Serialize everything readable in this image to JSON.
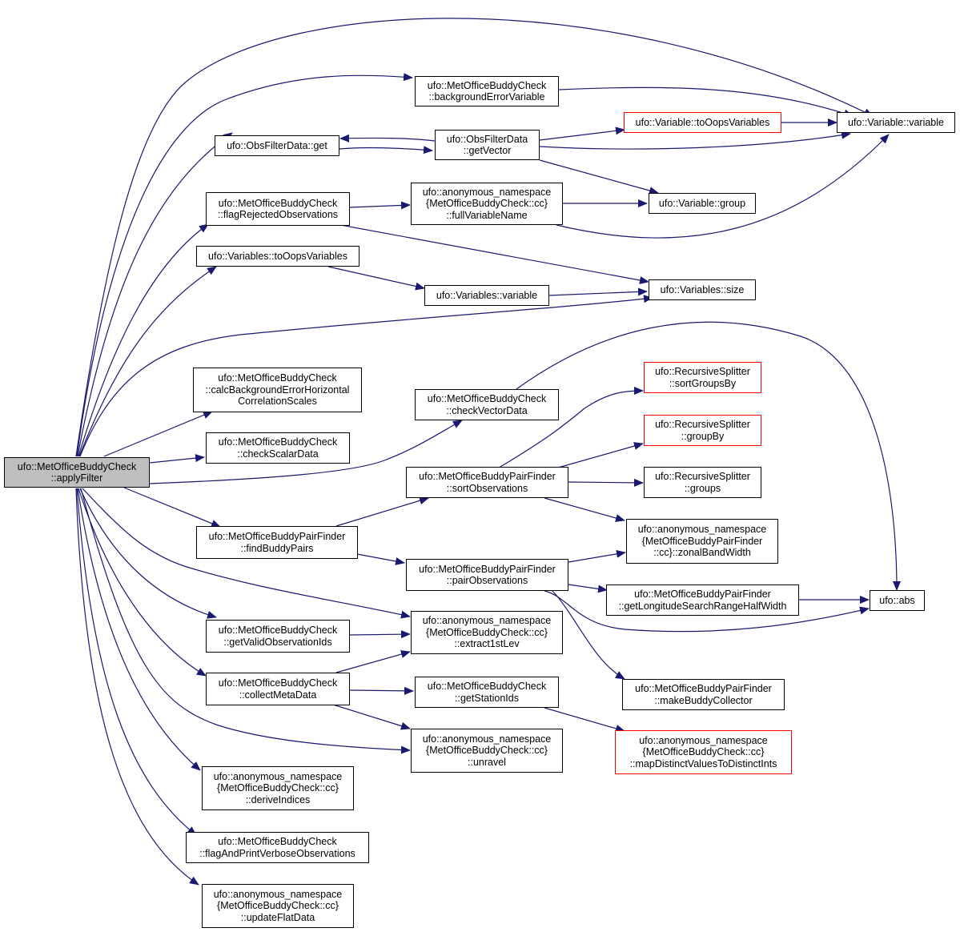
{
  "colors": {
    "edge": "#191970",
    "node_border": "#000000",
    "incomplete_border": "#ff0000",
    "root_fill": "#bfbfbf"
  },
  "nodes": {
    "applyFilter": {
      "lines": [
        "ufo::MetOfficeBuddyCheck",
        "::applyFilter"
      ]
    },
    "backgroundErrorVariable": {
      "lines": [
        "ufo::MetOfficeBuddyCheck",
        "::backgroundErrorVariable"
      ]
    },
    "obsFilterDataGet": {
      "lines": [
        "ufo::ObsFilterData::get"
      ]
    },
    "getVector": {
      "lines": [
        "ufo::ObsFilterData",
        "::getVector"
      ]
    },
    "variableToOops": {
      "lines": [
        "ufo::Variable::toOopsVariables"
      ]
    },
    "variableVariable": {
      "lines": [
        "ufo::Variable::variable"
      ]
    },
    "flagRejected": {
      "lines": [
        "ufo::MetOfficeBuddyCheck",
        "::flagRejectedObservations"
      ]
    },
    "fullVariableName": {
      "lines": [
        "ufo::anonymous_namespace",
        "{MetOfficeBuddyCheck::cc}",
        "::fullVariableName"
      ]
    },
    "variableGroup": {
      "lines": [
        "ufo::Variable::group"
      ]
    },
    "variablesToOops": {
      "lines": [
        "ufo::Variables::toOopsVariables"
      ]
    },
    "variablesVariable": {
      "lines": [
        "ufo::Variables::variable"
      ]
    },
    "variablesSize": {
      "lines": [
        "ufo::Variables::size"
      ]
    },
    "calcBackground": {
      "lines": [
        "ufo::MetOfficeBuddyCheck",
        "::calcBackgroundErrorHorizontal",
        "CorrelationScales"
      ]
    },
    "checkVectorData": {
      "lines": [
        "ufo::MetOfficeBuddyCheck",
        "::checkVectorData"
      ]
    },
    "sortGroupsBy": {
      "lines": [
        "ufo::RecursiveSplitter",
        "::sortGroupsBy"
      ]
    },
    "groupBy": {
      "lines": [
        "ufo::RecursiveSplitter",
        "::groupBy"
      ]
    },
    "checkScalarData": {
      "lines": [
        "ufo::MetOfficeBuddyCheck",
        "::checkScalarData"
      ]
    },
    "sortObservations": {
      "lines": [
        "ufo::MetOfficeBuddyPairFinder",
        "::sortObservations"
      ]
    },
    "groups": {
      "lines": [
        "ufo::RecursiveSplitter",
        "::groups"
      ]
    },
    "zonalBandWidth": {
      "lines": [
        "ufo::anonymous_namespace",
        "{MetOfficeBuddyPairFinder",
        "::cc}::zonalBandWidth"
      ]
    },
    "findBuddyPairs": {
      "lines": [
        "ufo::MetOfficeBuddyPairFinder",
        "::findBuddyPairs"
      ]
    },
    "pairObservations": {
      "lines": [
        "ufo::MetOfficeBuddyPairFinder",
        "::pairObservations"
      ]
    },
    "getLongitude": {
      "lines": [
        "ufo::MetOfficeBuddyPairFinder",
        "::getLongitudeSearchRangeHalfWidth"
      ]
    },
    "abs": {
      "lines": [
        "ufo::abs"
      ]
    },
    "getValidIds": {
      "lines": [
        "ufo::MetOfficeBuddyCheck",
        "::getValidObservationIds"
      ]
    },
    "extract1stLev": {
      "lines": [
        "ufo::anonymous_namespace",
        "{MetOfficeBuddyCheck::cc}",
        "::extract1stLev"
      ]
    },
    "collectMetaData": {
      "lines": [
        "ufo::MetOfficeBuddyCheck",
        "::collectMetaData"
      ]
    },
    "getStationIds": {
      "lines": [
        "ufo::MetOfficeBuddyCheck",
        "::getStationIds"
      ]
    },
    "makeBuddyCollector": {
      "lines": [
        "ufo::MetOfficeBuddyPairFinder",
        "::makeBuddyCollector"
      ]
    },
    "unravel": {
      "lines": [
        "ufo::anonymous_namespace",
        "{MetOfficeBuddyCheck::cc}",
        "::unravel"
      ]
    },
    "mapDistinct": {
      "lines": [
        "ufo::anonymous_namespace",
        "{MetOfficeBuddyCheck::cc}",
        "::mapDistinctValuesToDistinctInts"
      ]
    },
    "deriveIndices": {
      "lines": [
        "ufo::anonymous_namespace",
        "{MetOfficeBuddyCheck::cc}",
        "::deriveIndices"
      ]
    },
    "flagAndPrint": {
      "lines": [
        "ufo::MetOfficeBuddyCheck",
        "::flagAndPrintVerboseObservations"
      ]
    },
    "updateFlatData": {
      "lines": [
        "ufo::anonymous_namespace",
        "{MetOfficeBuddyCheck::cc}",
        "::updateFlatData"
      ]
    }
  }
}
